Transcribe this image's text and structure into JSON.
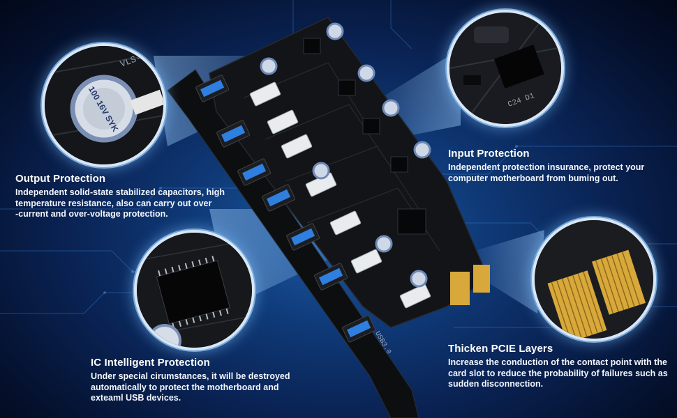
{
  "callouts": {
    "output": {
      "title": "Output Protection",
      "desc_lines": [
        "Independent solid-state stabilized capacitors, high",
        "temperature resistance, also can carry out over",
        "-current and over-voltage protection."
      ]
    },
    "input": {
      "title": "Input Protection",
      "desc_lines": [
        "Independent protection insurance, protect your",
        "computer motherboard from buming out."
      ]
    },
    "ic": {
      "title": "IC Intelligent Protection",
      "desc_lines": [
        "Under special cirumstances, it will be destroyed",
        "automatically to protect the motherboard and",
        "exteaml USB devices."
      ]
    },
    "pcie": {
      "title": "Thicken PCIE Layers",
      "desc_lines": [
        "Increase the conduction of the contact point with the",
        "card slot to reduce the probability of failures such as",
        "sudden disconnection."
      ]
    }
  },
  "board_labels": {
    "port_label": "USB3.0",
    "capacitor_text": "100 16V SYK",
    "chip_text": "VLS-UP",
    "pcb_marks": "C24 D1"
  },
  "colors": {
    "background": "#0a2456",
    "pcb": "#121418",
    "usb_blue": "#2f7fe0",
    "gold_contacts": "#d8a83a",
    "lens_border": "#d8e6f5"
  }
}
